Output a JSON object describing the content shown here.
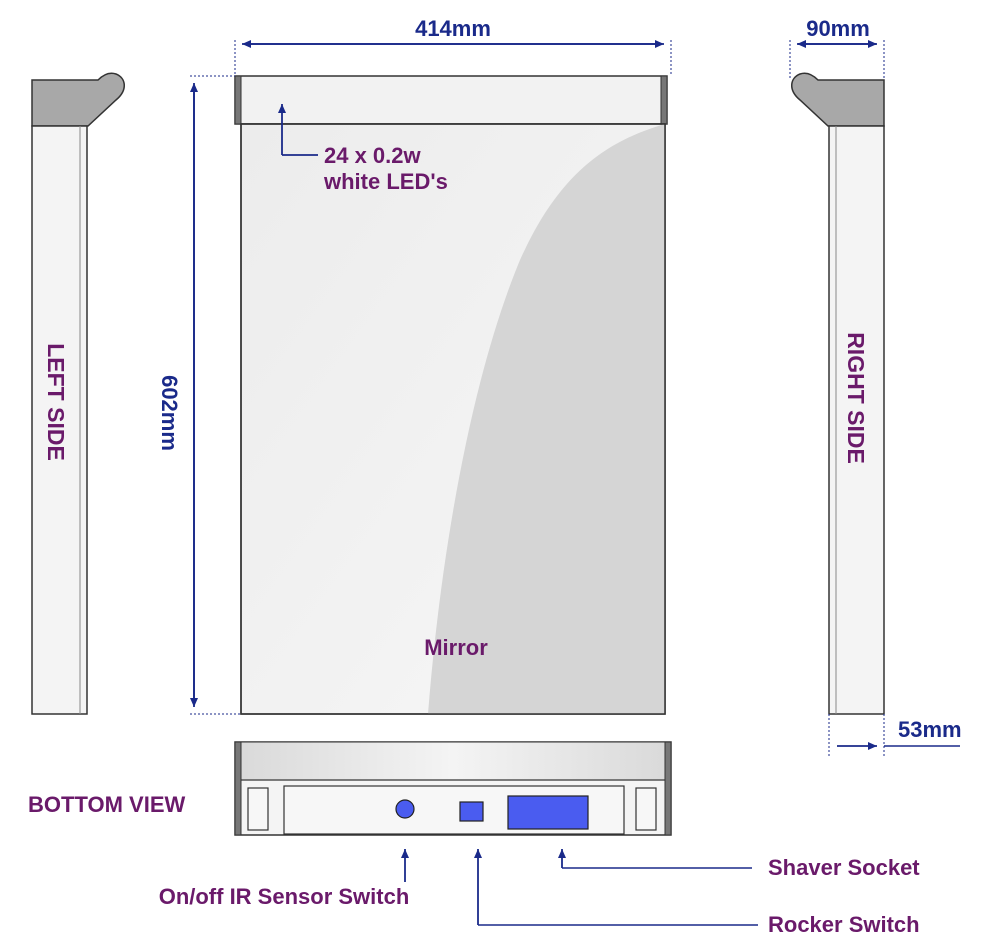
{
  "dimensions": {
    "width": "414mm",
    "height": "602mm",
    "depth_top": "90mm",
    "depth_bottom": "53mm"
  },
  "labels": {
    "led_line1": "24 x 0.2w",
    "led_line2": "white LED's",
    "mirror": "Mirror",
    "left_side": "LEFT SIDE",
    "right_side": "RIGHT SIDE",
    "bottom_view": "BOTTOM VIEW",
    "ir_sensor": "On/off IR Sensor Switch",
    "rocker": "Rocker Switch",
    "shaver": "Shaver Socket"
  },
  "colors": {
    "dimension_text": "#1a2a8a",
    "label_text": "#6a1a6a",
    "switch_blue": "#4a5cf0",
    "cap_grey": "#a8a8a8"
  }
}
